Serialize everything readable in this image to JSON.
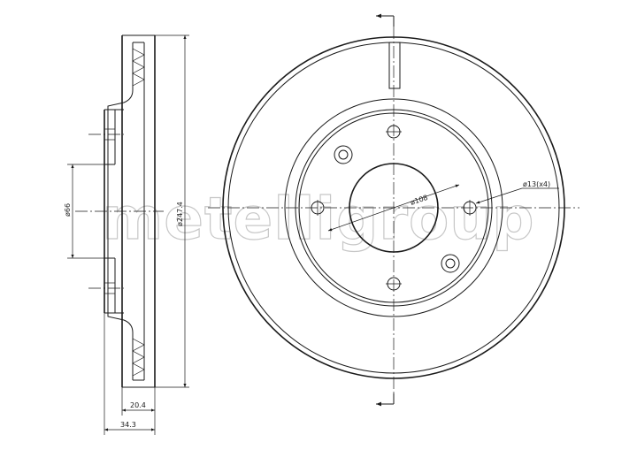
{
  "watermark": "metelligroup",
  "dimensions": {
    "hub_diameter": "ø66",
    "outer_diameter": "ø247.4",
    "disc_thickness": "20.4",
    "overall_height": "34.3",
    "pcd": "ø108",
    "bolt_holes": "ø13(x4)"
  }
}
